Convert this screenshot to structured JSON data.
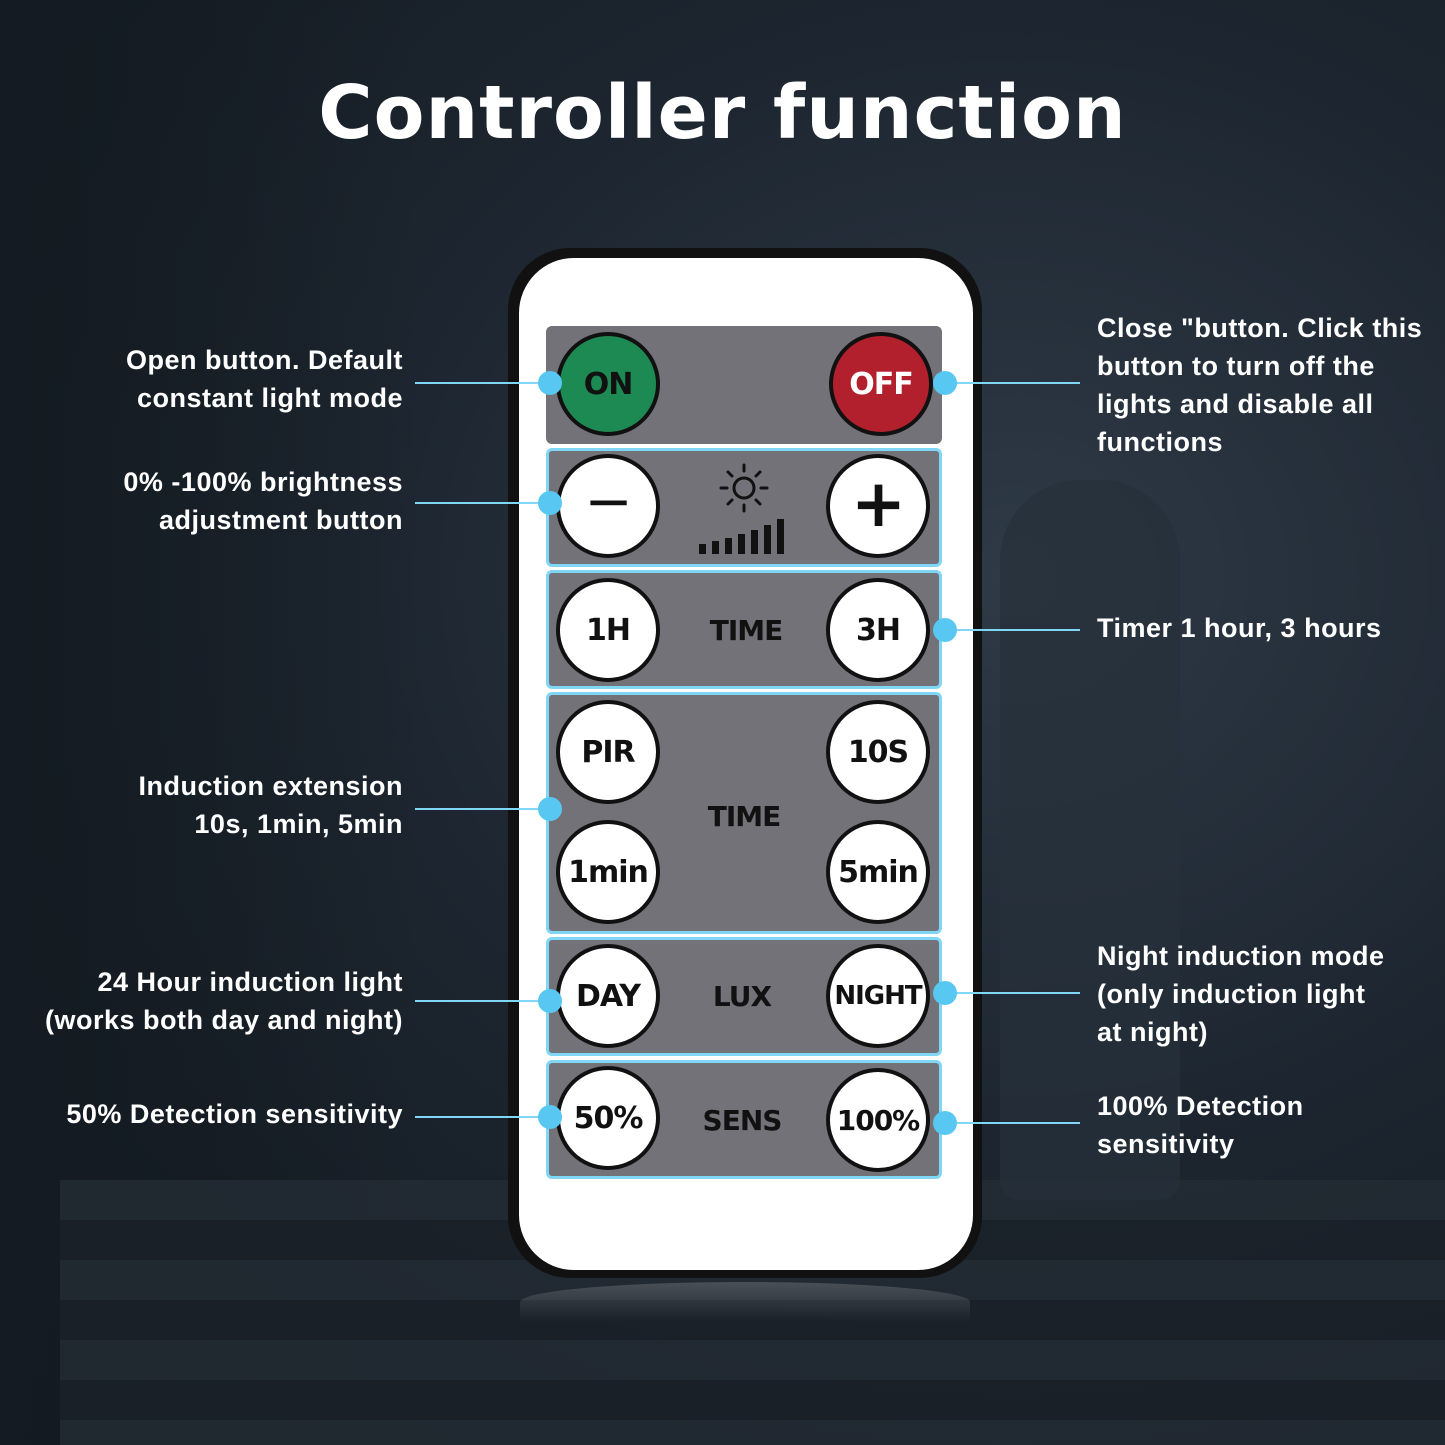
{
  "title": "Controller function",
  "colors": {
    "accent": "#58c8f2",
    "on": "#1c8a52",
    "off": "#b3202d",
    "panel": "#747279"
  },
  "buttons": {
    "on": "ON",
    "off": "OFF",
    "minus": "−",
    "plus": "+",
    "h1": "1H",
    "h3": "3H",
    "pir": "PIR",
    "s10": "10S",
    "min1": "1min",
    "min5": "5min",
    "day": "DAY",
    "night": "NIGHT",
    "p50": "50%",
    "p100": "100%"
  },
  "labels": {
    "time1": "TIME",
    "time2": "TIME",
    "lux": "LUX",
    "sens": "SENS"
  },
  "icons": {
    "brightness": "sun-icon",
    "level": "signal-bars-icon"
  },
  "annotations": {
    "open": [
      "Open button. Default",
      "constant light mode"
    ],
    "brightness": [
      "0% -100% brightness",
      "adjustment button"
    ],
    "induction": [
      "Induction extension",
      "10s, 1min, 5min"
    ],
    "day_mode": [
      "24 Hour induction light",
      "(works both day and night)"
    ],
    "sens50": [
      "50% Detection sensitivity"
    ],
    "close": [
      "Close \"button. Click this",
      "button to turn off the",
      "lights and disable all",
      "functions"
    ],
    "timer": [
      "Timer 1 hour, 3 hours"
    ],
    "night_mode": [
      "Night induction mode",
      "(only induction light",
      "at night)"
    ],
    "sens100": [
      "100% Detection",
      "sensitivity"
    ]
  }
}
